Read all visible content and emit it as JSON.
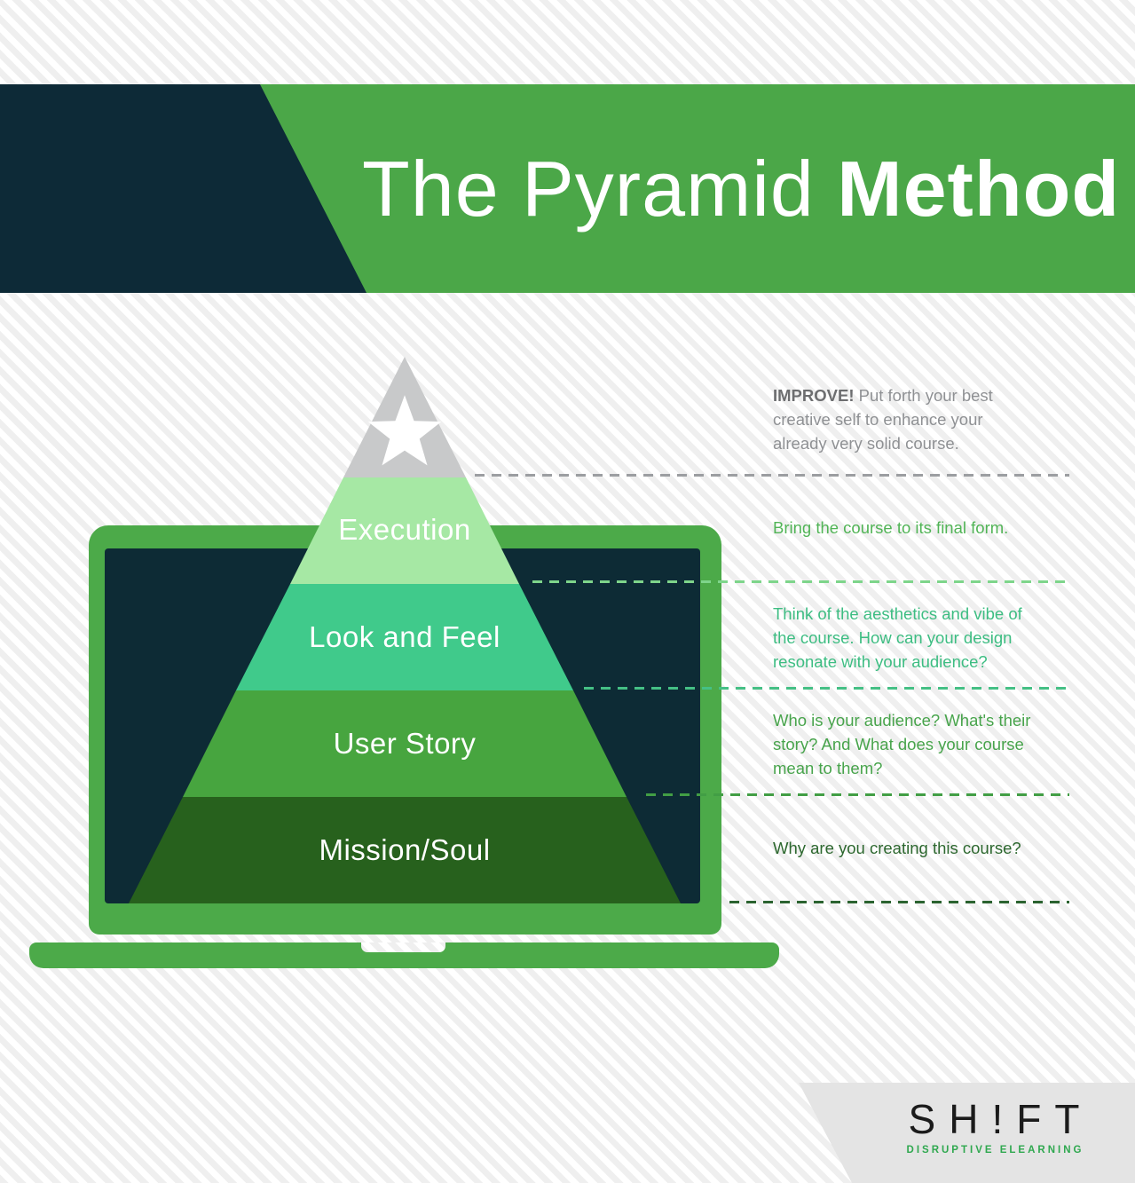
{
  "header": {
    "title_light": "The Pyramid ",
    "title_bold": "Method",
    "banner_color": "#4ba748",
    "accent_shape_color": "#0d2a37",
    "title_color": "#ffffff"
  },
  "pyramid": {
    "apex": {
      "icon": "star-icon",
      "color": "#c8c9ca",
      "star_color": "#ffffff"
    },
    "label_color": "#ffffff",
    "levels": [
      {
        "label": "Execution",
        "color": "#a6e8a4"
      },
      {
        "label": "Look and Feel",
        "color": "#40ca8b"
      },
      {
        "label": "User Story",
        "color": "#47a53f"
      },
      {
        "label": "Mission/Soul",
        "color": "#27611d"
      }
    ]
  },
  "laptop": {
    "frame_color": "#4caa49",
    "screen_color": "#0d2b35",
    "base_color": "#4caa49"
  },
  "annotations": [
    {
      "emphasis": "IMPROVE!",
      "text": " Put forth your best\ncreative self to enhance your\nalready very solid course.",
      "text_color": "#8f9194",
      "emphasis_color": "#6d6e70",
      "connector_color": "#9c9ea1"
    },
    {
      "emphasis": "",
      "text": "Bring the course to its final form.",
      "text_color": "#51b456",
      "connector_color": "#7ed58b"
    },
    {
      "emphasis": "",
      "text": "Think of the aesthetics and vibe of\nthe course. How can your design\nresonate with your audience?",
      "text_color": "#3dbd82",
      "connector_color": "#45c085"
    },
    {
      "emphasis": "",
      "text": "Who is your audience? What's their\nstory? And What does your course\nmean to them?",
      "text_color": "#48a44c",
      "connector_color": "#429e45"
    },
    {
      "emphasis": "",
      "text": "Why are you creating this course?",
      "text_color": "#2d682f",
      "connector_color": "#2b6330"
    }
  ],
  "footer": {
    "brand": "SH!FT",
    "tagline": "DISRUPTIVE ELEARNING",
    "brand_color": "#1b1b1b",
    "tagline_color": "#2fa84f",
    "panel_color": "#e4e4e4"
  }
}
